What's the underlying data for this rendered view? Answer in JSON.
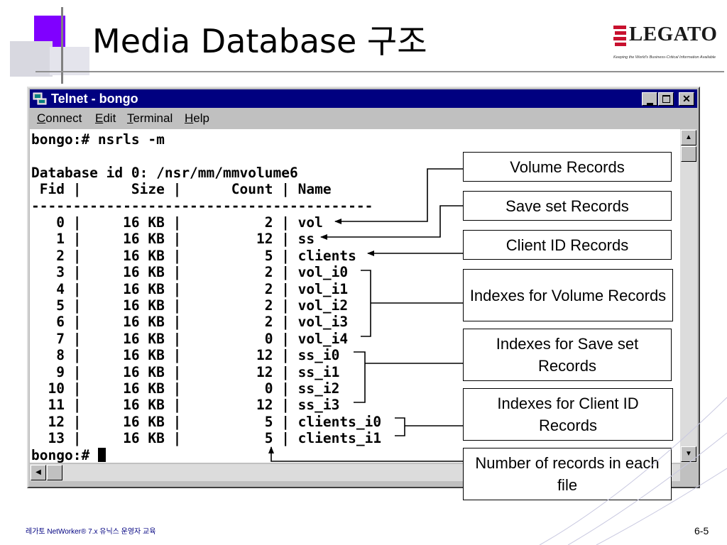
{
  "slide": {
    "title": "Media Database 구조",
    "logo_text": "LEGATO",
    "logo_tagline": "Keeping the World's Business-Critical Information Available",
    "footer_left": "레가토 NetWorker® 7.x 유닉스 운영자 교육",
    "footer_right": "6-5",
    "accent_color": "#8000ff"
  },
  "window": {
    "title": "Telnet - bongo",
    "menu": [
      "Connect",
      "Edit",
      "Terminal",
      "Help"
    ],
    "menu_accel": [
      "C",
      "E",
      "T",
      "H"
    ],
    "title_buttons": [
      "minimize",
      "maximize",
      "close"
    ]
  },
  "terminal": {
    "lines": [
      "bongo:# nsrls -m",
      "",
      "Database id 0: /nsr/mm/mmvolume6",
      " Fid |      Size |      Count | Name",
      "-----------------------------------------",
      "   0 |     16 KB |          2 | vol",
      "   1 |     16 KB |         12 | ss",
      "   2 |     16 KB |          5 | clients",
      "   3 |     16 KB |          2 | vol_i0",
      "   4 |     16 KB |          2 | vol_i1",
      "   5 |     16 KB |          2 | vol_i2",
      "   6 |     16 KB |          2 | vol_i3",
      "   7 |     16 KB |          0 | vol_i4",
      "   8 |     16 KB |         12 | ss_i0",
      "   9 |     16 KB |         12 | ss_i1",
      "  10 |     16 KB |          0 | ss_i2",
      "  11 |     16 KB |         12 | ss_i3",
      "  12 |     16 KB |          5 | clients_i0",
      "  13 |     16 KB |          5 | clients_i1"
    ],
    "prompt": "bongo:# "
  },
  "callouts": [
    "Volume Records",
    "Save set Records",
    "Client ID Records",
    "Indexes for Volume Records",
    "Indexes for  Save set Records",
    "Indexes for Client ID Records",
    "Number of records in each file"
  ]
}
